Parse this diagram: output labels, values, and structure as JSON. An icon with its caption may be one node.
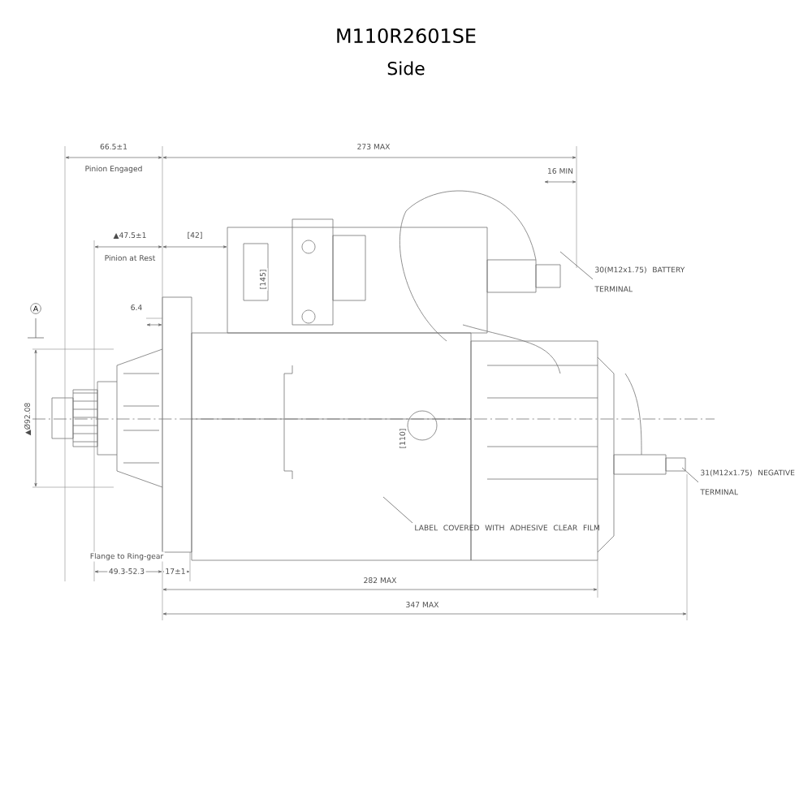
{
  "diagram": {
    "title": "M110R2601SE",
    "nodes": [
      {
        "text": [
          "30(M12x1.75) BATTERY TERMINAL"
        ]
      },
      {
        "text": [
          "31(M12x1.75) NEGATIVE TERMINAL"
        ]
      },
      {
        "text": [
          "LABEL COVERED WITH ADHESIVE CLEAR FILM"
        ]
      }
    ],
    "edges": [
      {
        "from": 0,
        "to": null,
        "arrow": "none"
      },
      {
        "from": 1,
        "to": null,
        "arrow": "none"
      },
      {
        "from": 2,
        "to": null,
        "arrow": "none"
      }
    ],
    "labels": [
      "Side",
      "66.5±1",
      "Pinion Engaged",
      "273 MAX",
      "16 MIN",
      "▲47.5±1",
      "Pinion at Rest",
      "[42]",
      "6.4",
      "A",
      "▲Ø92.08",
      "[145]",
      "[110]",
      "Flange to Ring-gear",
      "49.3-52.3",
      "17±1",
      "282 MAX",
      "347 MAX"
    ]
  }
}
